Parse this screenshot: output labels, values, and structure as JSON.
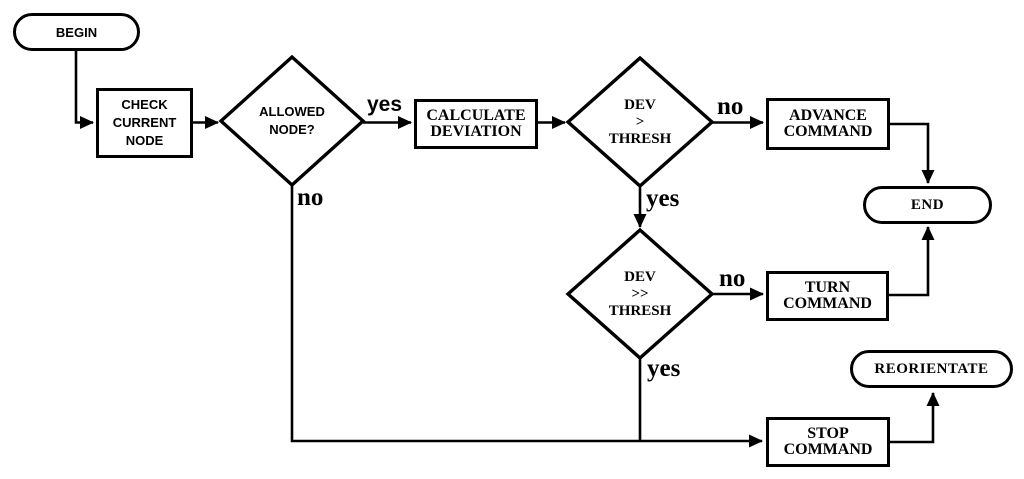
{
  "diagram_type": "flowchart",
  "colors": {
    "line": "#000000",
    "background": "#ffffff",
    "node_fill": "#ffffff",
    "text": "#000000"
  },
  "nodes": {
    "begin": "BEGIN",
    "check_current_node": "CHECK\nCURRENT\nNODE",
    "allowed_node": "ALLOWED\nNODE?",
    "calculate_deviation": "CALCULATE\nDEVIATION",
    "dev_gt_thresh": "DEV\n>\nTHRESH",
    "advance_command": "ADVANCE\nCOMMAND",
    "end": "END",
    "dev_much_gt_thresh": "DEV\n>>\nTHRESH",
    "turn_command": "TURN\nCOMMAND",
    "reorientate": "REORIENTATE",
    "stop_command": "STOP\nCOMMAND"
  },
  "edge_labels": {
    "allowed_node_yes": "yes",
    "allowed_node_no": "no",
    "dev_gt_thresh_no": "no",
    "dev_gt_thresh_yes": "yes",
    "dev_much_gt_thresh_no": "no",
    "dev_much_gt_thresh_yes": "yes"
  },
  "edges": [
    {
      "from": "begin",
      "to": "check_current_node"
    },
    {
      "from": "check_current_node",
      "to": "allowed_node"
    },
    {
      "from": "allowed_node",
      "to": "calculate_deviation",
      "label": "yes"
    },
    {
      "from": "allowed_node",
      "to": "stop_command",
      "label": "no"
    },
    {
      "from": "calculate_deviation",
      "to": "dev_gt_thresh"
    },
    {
      "from": "dev_gt_thresh",
      "to": "advance_command",
      "label": "no"
    },
    {
      "from": "dev_gt_thresh",
      "to": "dev_much_gt_thresh",
      "label": "yes"
    },
    {
      "from": "advance_command",
      "to": "end"
    },
    {
      "from": "dev_much_gt_thresh",
      "to": "turn_command",
      "label": "no"
    },
    {
      "from": "dev_much_gt_thresh",
      "to": "stop_command",
      "label": "yes"
    },
    {
      "from": "turn_command",
      "to": "end"
    },
    {
      "from": "stop_command",
      "to": "reorientate"
    }
  ]
}
